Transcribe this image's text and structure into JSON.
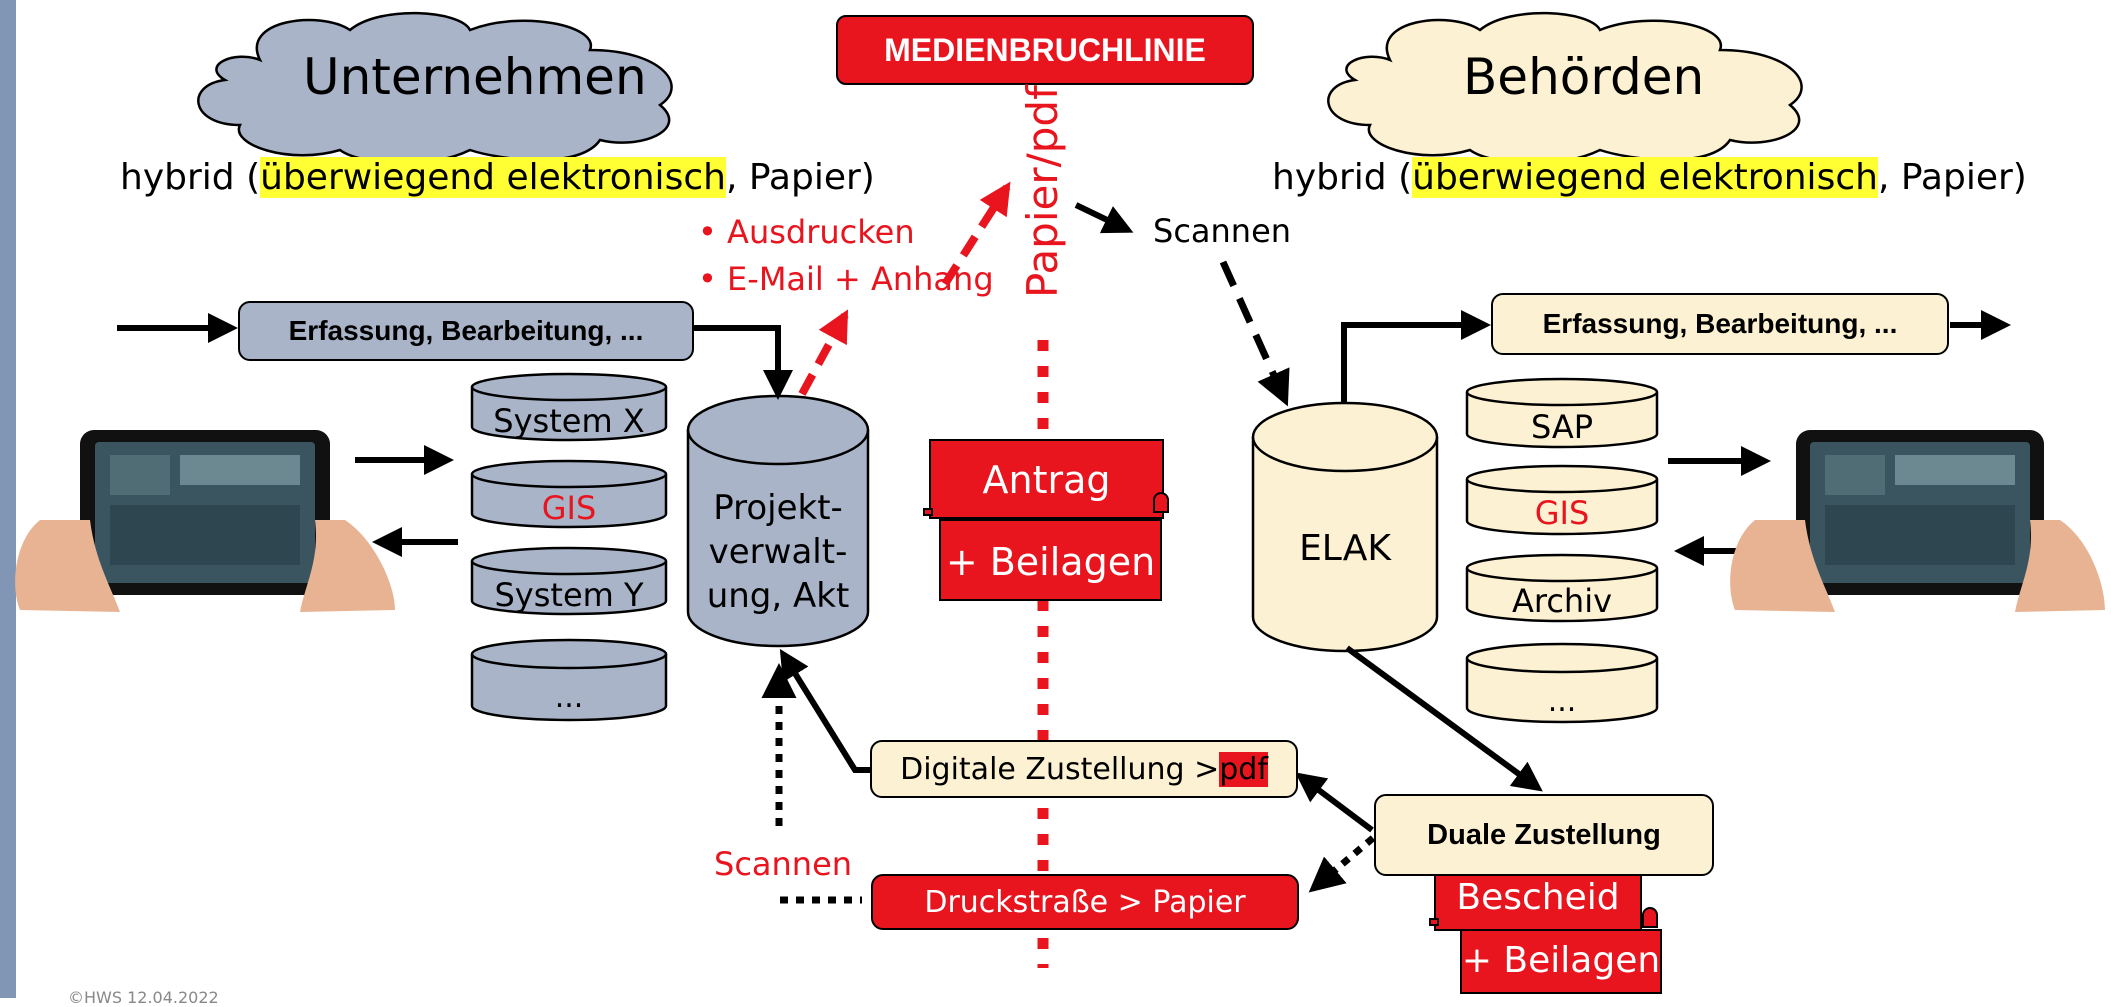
{
  "colors": {
    "blue_gray": "#a9b4c8",
    "cream": "#fcf1d2",
    "red": "#e8141e",
    "highlight": "#ffff33"
  },
  "title": {
    "medienbruch": "MEDIENBRUCHLINIE",
    "papier_pdf": "Papier/pdf"
  },
  "left": {
    "cloud_label": "Unternehmen",
    "hybrid_prefix": "hybrid (",
    "hybrid_highlight": "überwiegend elektronisch",
    "hybrid_suffix": ", Papier)",
    "bullets": [
      "Ausdrucken",
      "E-Mail + Anhang"
    ],
    "erfassung": "Erfassung, Bearbeitung, ...",
    "systems": [
      "System X",
      "GIS",
      "System Y",
      "..."
    ],
    "projekt_lines": [
      "Projekt-",
      "verwalt-",
      "ung, Akt"
    ]
  },
  "right": {
    "cloud_label": "Behörden",
    "hybrid_prefix": "hybrid (",
    "hybrid_highlight": "überwiegend elektronisch",
    "hybrid_suffix": ", Papier)",
    "scannen": "Scannen",
    "erfassung": "Erfassung, Bearbeitung, ...",
    "elak": "ELAK",
    "systems": [
      "SAP",
      "GIS",
      "Archiv",
      "..."
    ]
  },
  "center": {
    "antrag": "Antrag",
    "beilagen": "+ Beilagen"
  },
  "bottom": {
    "digitale_prefix": "Digitale Zustellung > ",
    "digitale_pdf": "pdf",
    "druckstrasse": "Druckstraße > Papier",
    "scannen": "Scannen",
    "duale": "Duale Zustellung",
    "bescheid": "Bescheid",
    "beilagen": "+ Beilagen"
  },
  "footer": "©HWS   12.04.2022",
  "icons": [
    "cloud-icon",
    "database-cylinder-icon",
    "tablet-in-hands-icon",
    "scroll-document-icon",
    "arrow-icon"
  ]
}
